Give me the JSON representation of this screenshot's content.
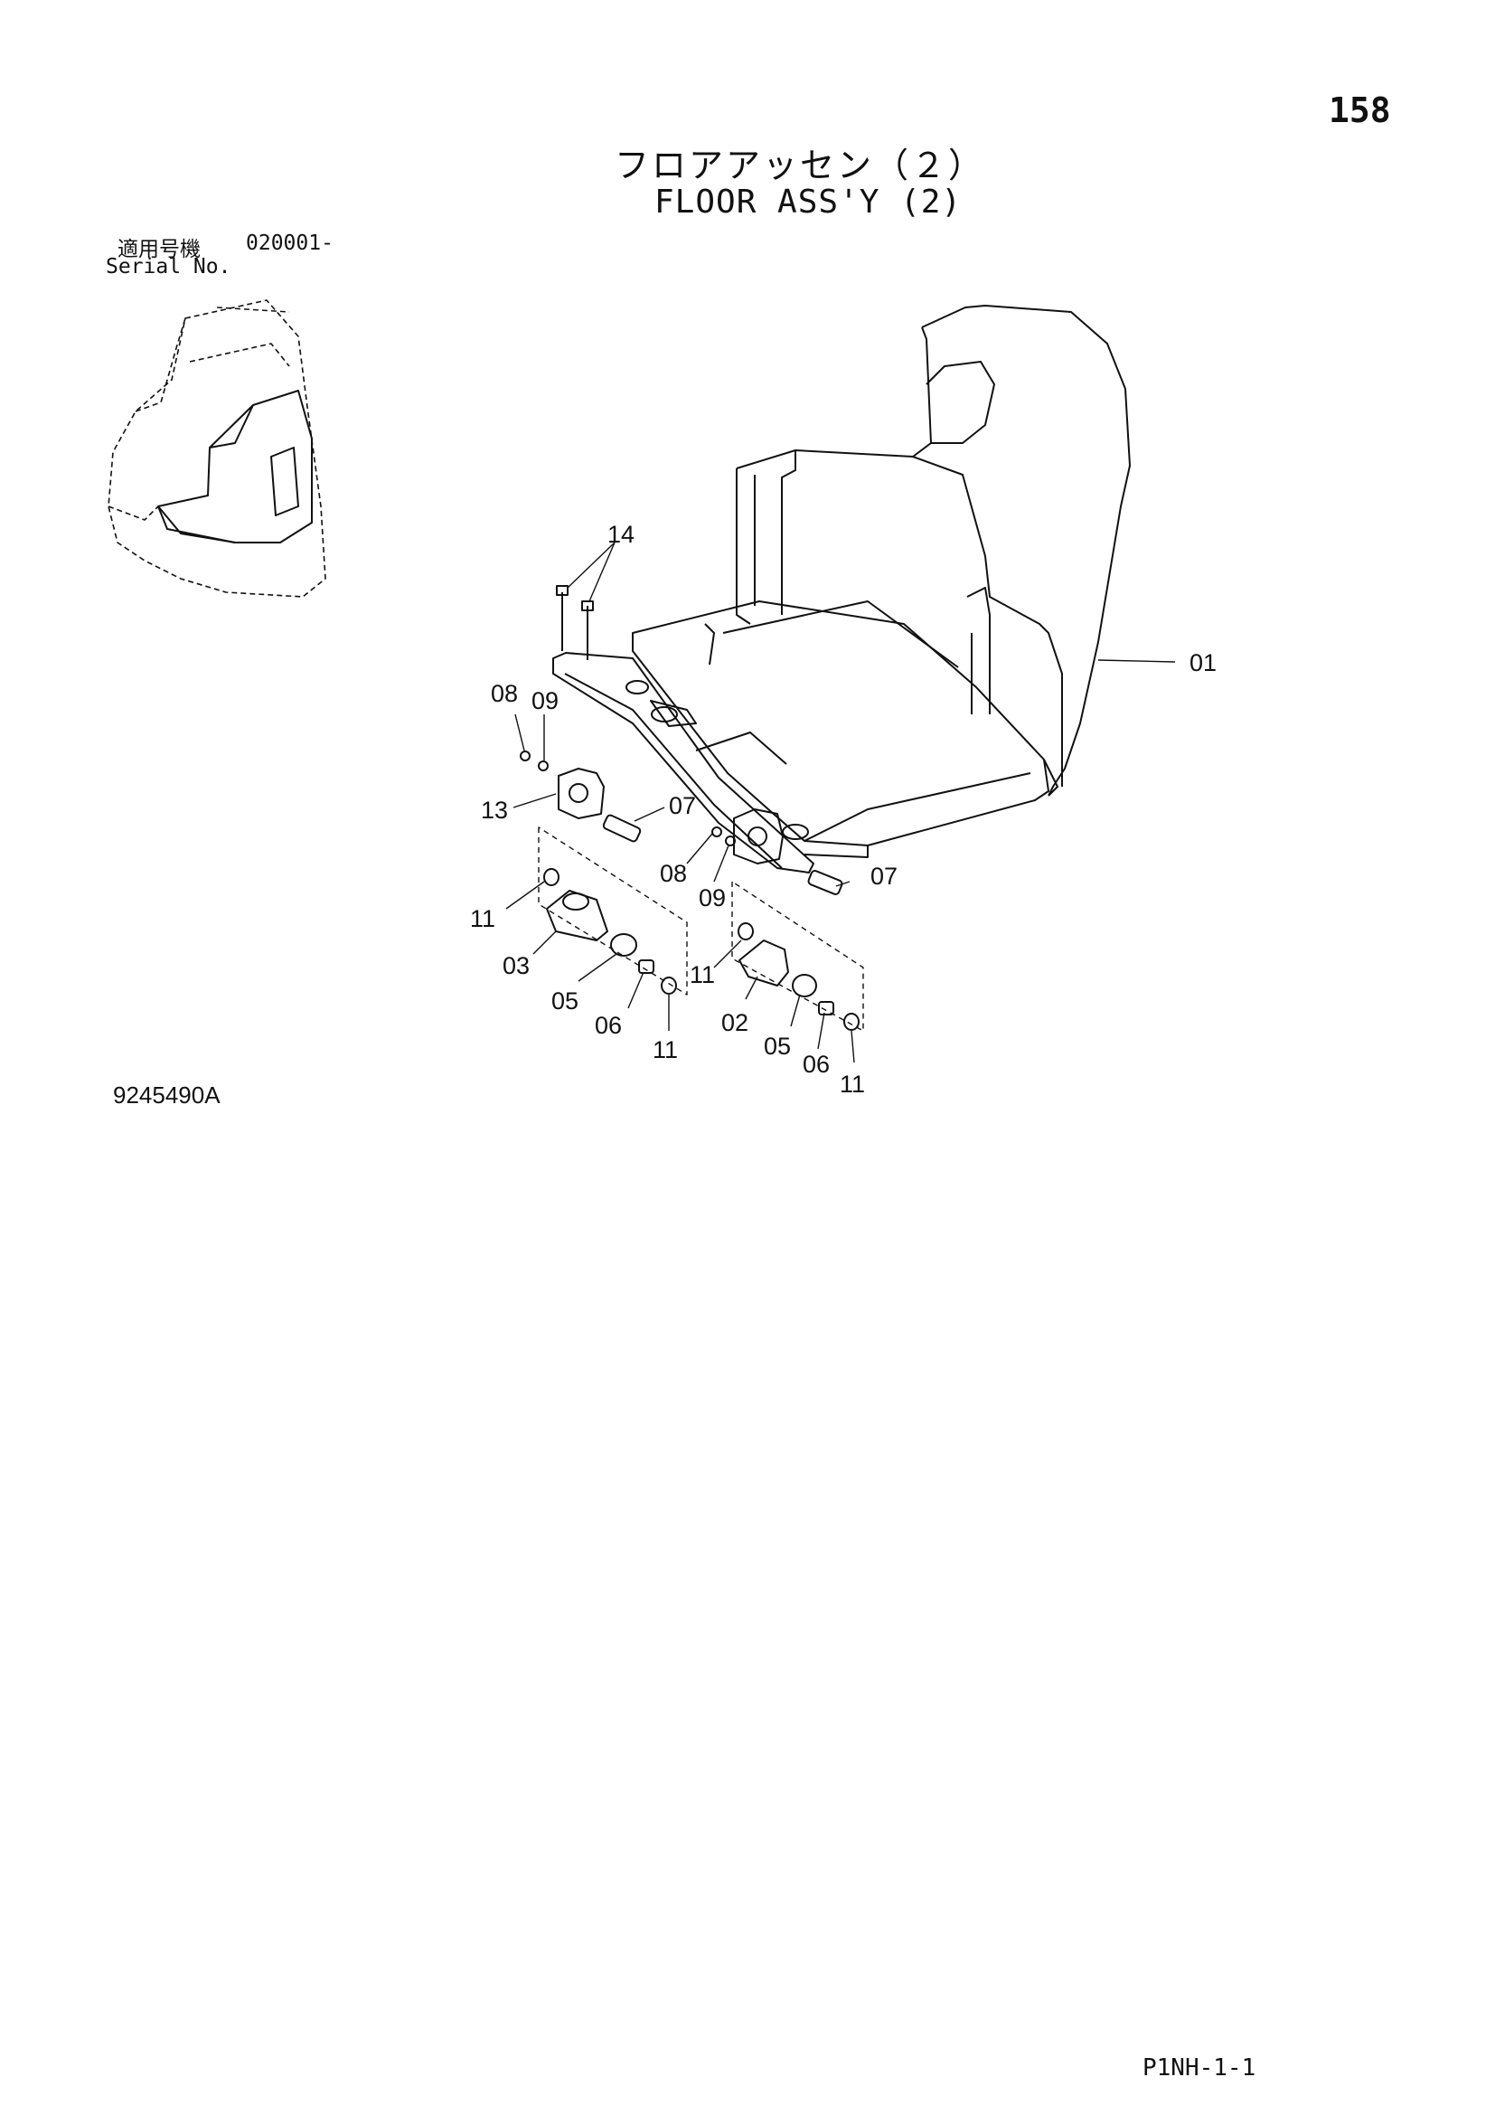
{
  "page_number": "158",
  "title_jp": "フロアアッセン（２）",
  "title_en": "FLOOR ASS'Y (2)",
  "serial": {
    "label_jp": "適用号機",
    "value": "020001-",
    "label_en": "Serial No."
  },
  "figure_number": "9245490A",
  "footer_code": "P1NH-1-1",
  "callouts": [
    "14",
    "01",
    "08",
    "09",
    "13",
    "07",
    "08",
    "07",
    "09",
    "11",
    "03",
    "05",
    "06",
    "11",
    "11",
    "02",
    "05",
    "06",
    "11"
  ]
}
